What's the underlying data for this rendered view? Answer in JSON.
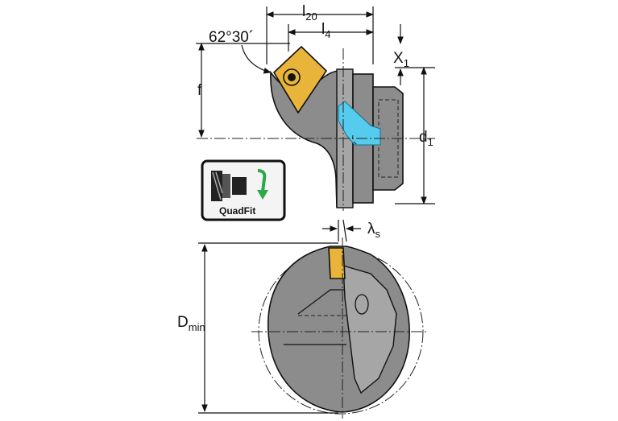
{
  "labels": {
    "l20": "l",
    "l20_sub": "20",
    "l4": "l",
    "l4_sub": "4",
    "angle": "62°30´",
    "x1": "X",
    "x1_sub": "1",
    "f": "f",
    "d1": "d",
    "d1_sub": "1",
    "lambda_s": "λ",
    "lambda_s_sub": "s",
    "dmin": "D",
    "dmin_sub": "min"
  },
  "badge": {
    "text": "QuadFit",
    "icon": "quadfit-coupling-icon",
    "arrow_color": "#2aa84a"
  },
  "colors": {
    "tool_body": "#8c8c8c",
    "insert": "#e8b43a",
    "coolant": "#55ccee"
  }
}
